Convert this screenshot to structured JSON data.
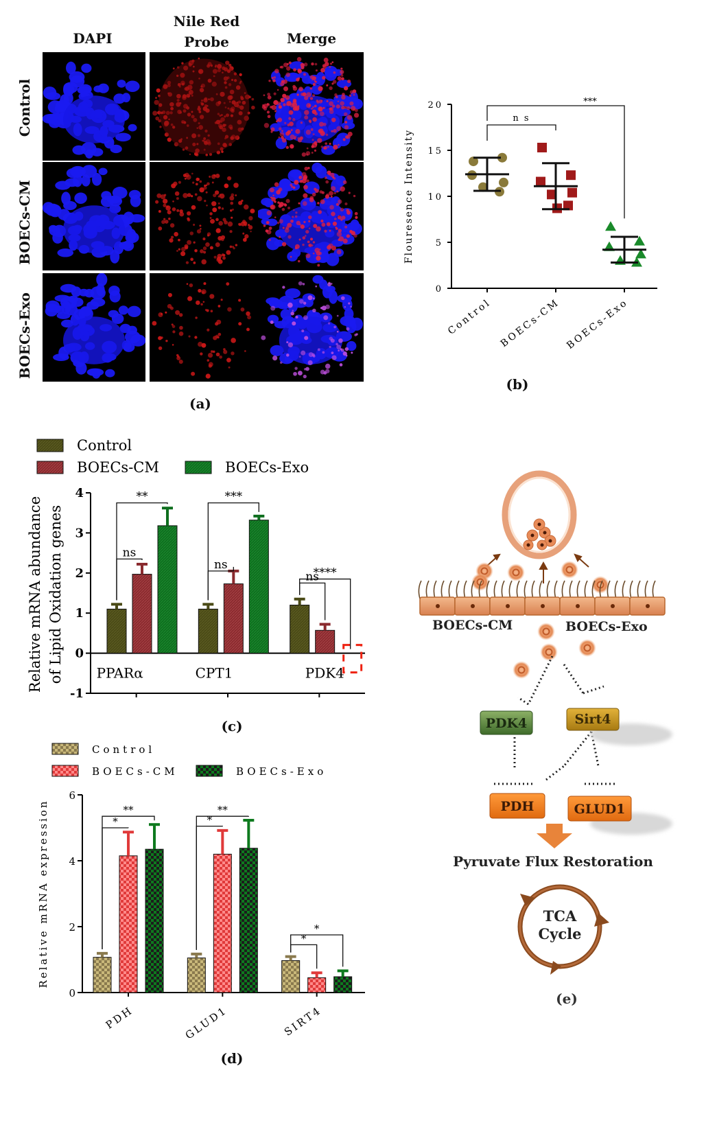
{
  "panel_a": {
    "label": "(a)",
    "col_headers": [
      "DAPI",
      "Nile Red\nProbe",
      "Merge"
    ],
    "row_labels": [
      "Control",
      "BOECs-CM",
      "BOECs-Exo"
    ]
  },
  "panel_b_label": "(b)",
  "panel_c_label": "(c)",
  "panel_d_label": "(d)",
  "panel_e": {
    "label": "(e)",
    "cell_left": "BOECs-CM",
    "cell_right": "BOECs-Exo",
    "box_pdk4": "PDK4",
    "box_sirt4": "Sirt4",
    "box_pdh": "PDH",
    "box_glud1": "GLUD1",
    "flux_text": "Pyruvate Flux Restoration",
    "tca_line1": "TCA",
    "tca_line2": "Cycle"
  },
  "chart_data": [
    {
      "type": "scatter",
      "ylabel": "Flouresence Intensity",
      "ylim": [
        0,
        20
      ],
      "yticks": [
        0,
        5,
        10,
        15,
        20
      ],
      "categories": [
        "Control",
        "BOECs-CM",
        "BOECs-Exo"
      ],
      "colors": [
        "#8a7a3a",
        "#a01a1a",
        "#1a8a2a"
      ],
      "markers": [
        "circle",
        "square",
        "triangle"
      ],
      "points": [
        [
          13.8,
          14.2,
          12.3,
          11.5,
          11.0,
          10.5
        ],
        [
          15.3,
          12.3,
          11.6,
          10.4,
          10.2,
          9.0,
          8.7
        ],
        [
          6.7,
          5.1,
          4.5,
          3.7,
          3.0,
          2.8
        ]
      ],
      "mean": [
        12.4,
        11.1,
        4.2
      ],
      "sd": [
        1.8,
        2.5,
        1.4
      ],
      "annotations": [
        {
          "label": "n s",
          "from": 0,
          "to": 1
        },
        {
          "label": "***",
          "from": 0,
          "to": 2
        }
      ]
    },
    {
      "type": "bar",
      "ylabel_line1": "Relative mRNA abundance",
      "ylabel_line2": "of Lipid Oxidation genes",
      "ylim": [
        -1,
        4
      ],
      "yticks": [
        -1,
        0,
        1,
        2,
        3,
        4
      ],
      "categories": [
        "PPARα",
        "CPT1",
        "PDK4"
      ],
      "series": [
        {
          "name": "Control",
          "color": "#4a4a16",
          "values": [
            1.1,
            1.1,
            1.2
          ],
          "errors": [
            0.12,
            0.12,
            0.15
          ]
        },
        {
          "name": "BOECs-CM",
          "color": "#8a2a2e",
          "values": [
            1.97,
            1.73,
            0.57
          ],
          "errors": [
            0.25,
            0.32,
            0.15
          ]
        },
        {
          "name": "BOECs-Exo",
          "color": "#0e6e1e",
          "values": [
            3.18,
            3.32,
            0.0
          ],
          "errors": [
            0.44,
            0.1,
            0
          ]
        }
      ],
      "annotations": [
        {
          "group": 0,
          "label": "ns",
          "from": 0,
          "to": 1
        },
        {
          "group": 0,
          "label": "**",
          "from": 0,
          "to": 2
        },
        {
          "group": 1,
          "label": "ns",
          "from": 0,
          "to": 1
        },
        {
          "group": 1,
          "label": "***",
          "from": 0,
          "to": 2
        },
        {
          "group": 2,
          "label": "ns",
          "from": 0,
          "to": 1
        },
        {
          "group": 2,
          "label": "****",
          "from": 0,
          "to": 2
        }
      ]
    },
    {
      "type": "bar",
      "ylabel": "Relative mRNA expression",
      "ylim": [
        0,
        6
      ],
      "yticks": [
        0,
        2,
        4,
        6
      ],
      "categories": [
        "PDH",
        "GLUD1",
        "SIRT4"
      ],
      "series": [
        {
          "name": "Control",
          "color": "#8a7a4e",
          "values": [
            1.07,
            1.05,
            0.97
          ],
          "errors": [
            0.12,
            0.12,
            0.12
          ]
        },
        {
          "name": "BOECs-CM",
          "color": "#e03a3a",
          "values": [
            4.15,
            4.2,
            0.45
          ],
          "errors": [
            0.72,
            0.72,
            0.15
          ]
        },
        {
          "name": "BOECs-Exo",
          "color": "#0e7a1e",
          "values": [
            4.35,
            4.38,
            0.48
          ],
          "errors": [
            0.75,
            0.85,
            0.18
          ]
        }
      ],
      "annotations": [
        {
          "group": 0,
          "label": "*",
          "from": 0,
          "to": 1
        },
        {
          "group": 0,
          "label": "**",
          "from": 0,
          "to": 2
        },
        {
          "group": 1,
          "label": "*",
          "from": 0,
          "to": 1
        },
        {
          "group": 1,
          "label": "**",
          "from": 0,
          "to": 2
        },
        {
          "group": 2,
          "label": "*",
          "from": 0,
          "to": 1
        },
        {
          "group": 2,
          "label": "*",
          "from": 0,
          "to": 2
        }
      ]
    }
  ]
}
